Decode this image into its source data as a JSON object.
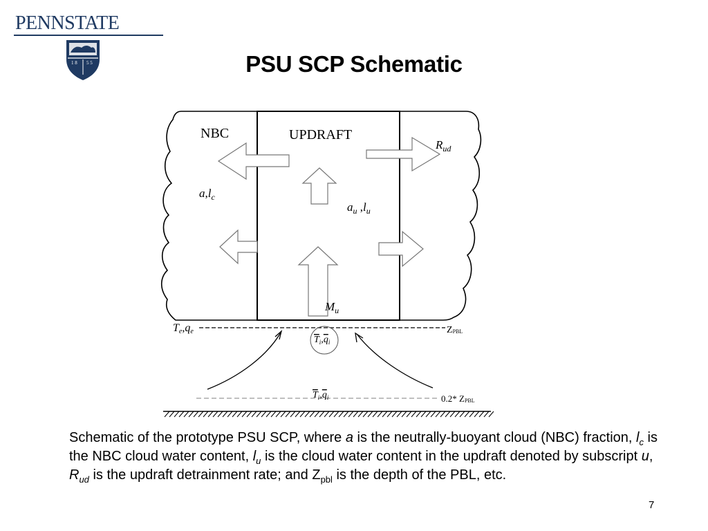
{
  "logo": {
    "wordmark": "PENNSTATE",
    "year_left": "1 8",
    "year_right": "5 5",
    "shield_color": "#1f3a62"
  },
  "slide": {
    "title": "PSU SCP Schematic",
    "page_number": "7"
  },
  "diagram": {
    "labels": {
      "nbc": "NBC",
      "updraft": "UPDRAFT",
      "r_ud_base": "R",
      "r_ud_sub": "ud",
      "a_lc_a": "a",
      "a_lc_l": "l",
      "a_lc_sub": "c",
      "au_lu_a": "a",
      "au_lu_a_sub": "u",
      "au_lu_l": "l",
      "au_lu_l_sub": "u",
      "mu_base": "M",
      "mu_sub": "u",
      "te_qe_t": "T",
      "te_qe_t_sub": "e",
      "te_qe_q": "q",
      "te_qe_q_sub": "e",
      "zpbl_base": "Z",
      "zpbl_sub": "PBL",
      "ti_qi_upper_t": "T",
      "ti_qi_upper_t_sub": "i",
      "ti_qi_upper_q": "q",
      "ti_qi_upper_q_sub": "i",
      "ti_qi_lower_t": "T",
      "ti_qi_lower_t_sub": "i",
      "ti_qi_lower_q": "q",
      "ti_qi_lower_q_sub": "i",
      "zpbl_frac_prefix": "0.2* ",
      "zpbl_frac_base": "Z",
      "zpbl_frac_sub": "PBL"
    }
  },
  "caption": {
    "part1": "Schematic of the prototype PSU SCP, where ",
    "a_var": "a",
    "part2": " is the neutrally-buoyant cloud (NBC) fraction,  ",
    "lc_var": "l",
    "lc_sub": "c",
    "part3": " is the NBC cloud water content, ",
    "lu_var": "l",
    "lu_sub": "u",
    "part4": " is the cloud water content in the updraft denoted by subscript ",
    "u_var": "u",
    "part5": ", ",
    "rud_var": "R",
    "rud_sub": "ud",
    "part6": " is the updraft detrainment rate; and Z",
    "zpbl_sub": "pbl",
    "part7": " is the depth of the PBL, etc."
  }
}
